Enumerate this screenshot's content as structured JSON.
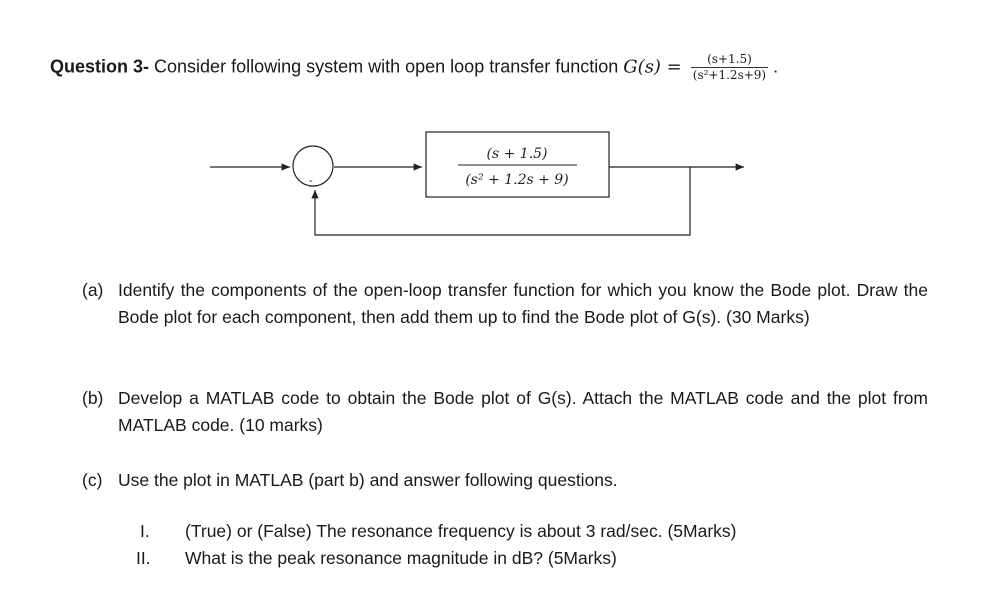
{
  "question": {
    "title": "Question 3-",
    "text": "Consider following system with open loop transfer function",
    "lhs": "G(s) =",
    "tf_num": "(s+1.5)",
    "tf_den": "(s²+1.2s+9)",
    "end": "."
  },
  "diagram": {
    "block_num": "(s + 1.5)",
    "block_den": "(s² + 1.2s + 9)",
    "sum_sign": "-"
  },
  "parts": {
    "a": {
      "label": "(a)",
      "text": "Identify the components of the open-loop transfer function for which you know the Bode plot. Draw the Bode plot for each component, then add them up to find the Bode plot of G(s). (30 Marks)"
    },
    "b": {
      "label": "(b)",
      "text": "Develop a MATLAB code to obtain the Bode plot of G(s). Attach the MATLAB code and the plot from MATLAB code. (10 marks)"
    },
    "c": {
      "label": "(c)",
      "text": "Use the plot in MATLAB (part b) and answer following questions.",
      "items": [
        {
          "num": "I.",
          "text": "(True) or (False) The resonance frequency is about 3 rad/sec. (5Marks)"
        },
        {
          "num": "II.",
          "text": "What is the peak resonance magnitude in dB? (5Marks)"
        }
      ]
    }
  }
}
